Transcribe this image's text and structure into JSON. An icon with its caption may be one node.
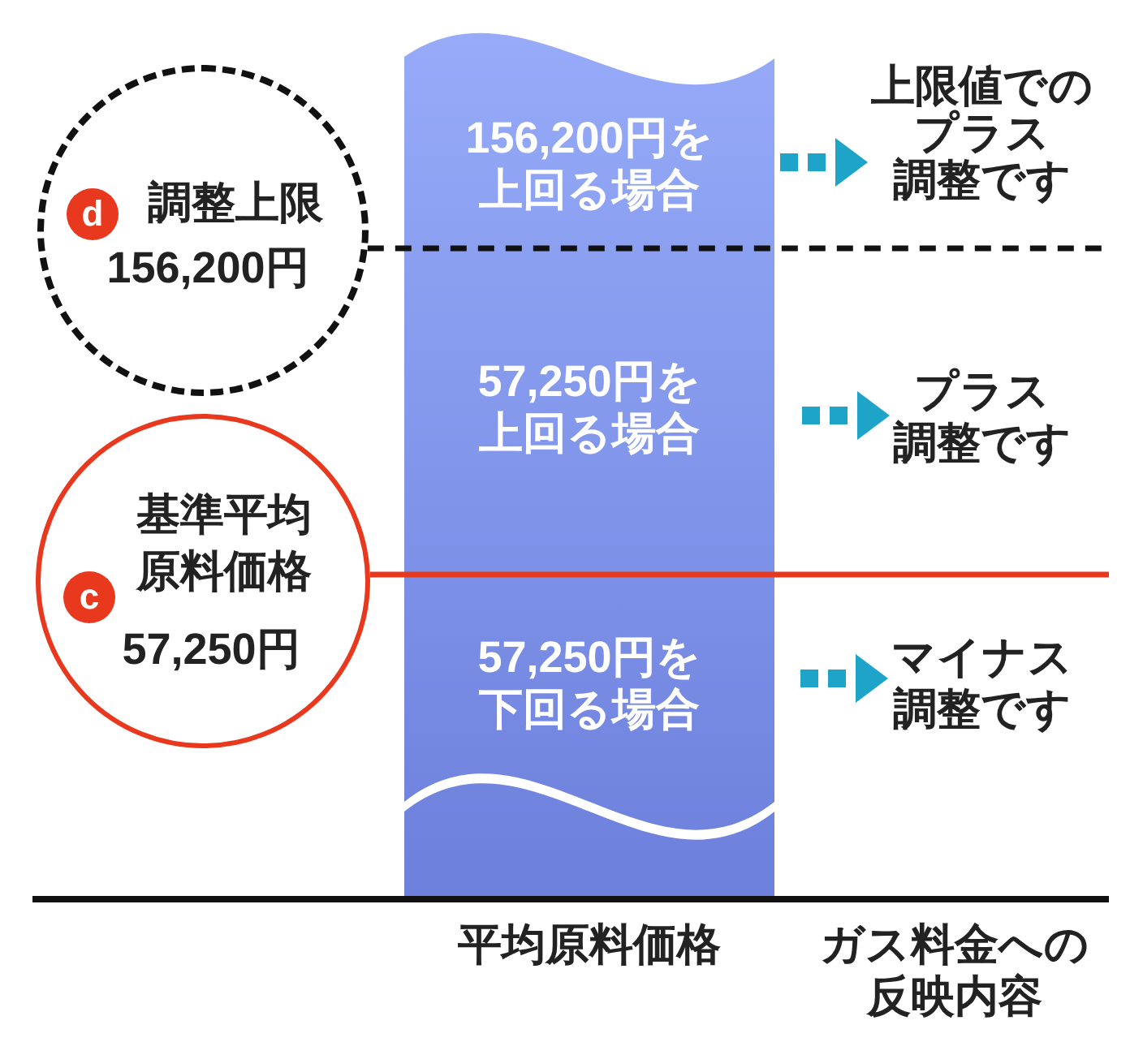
{
  "diagram": {
    "nodes": [
      {
        "text": [
          "調整上限",
          "156,200円"
        ]
      },
      {
        "text": [
          "d"
        ],
        "in": 0
      },
      {
        "text": [
          "基準平均原料価格",
          "57,250円"
        ]
      },
      {
        "text": [
          "c"
        ],
        "in": 2
      },
      {
        "text": [
          "平均原料価格"
        ]
      },
      {
        "text": [
          "156,200円を上回る場合"
        ],
        "in": 4
      },
      {
        "text": [
          "57,250円を上回る場合"
        ],
        "in": 4
      },
      {
        "text": [
          "57,250円を下回る場合"
        ],
        "in": 4
      },
      {
        "text": [
          "上限値でのプラス調整です"
        ]
      },
      {
        "text": [
          "プラス調整です"
        ]
      },
      {
        "text": [
          "マイナス調整です"
        ]
      }
    ],
    "edges": [
      {
        "from": 5,
        "to": 8,
        "arrow": "to",
        "style": "dashed"
      },
      {
        "from": 6,
        "to": 9,
        "arrow": "to",
        "style": "dashed"
      },
      {
        "from": 7,
        "to": 10,
        "arrow": "to",
        "style": "dashed"
      },
      {
        "from": 0,
        "to": null,
        "arrow": "none",
        "style": "dashed",
        "color": "#111111"
      },
      {
        "from": 2,
        "to": null,
        "arrow": "none",
        "color": "#e8391f"
      }
    ],
    "labels": [
      "ガス料金への反映内容"
    ]
  }
}
